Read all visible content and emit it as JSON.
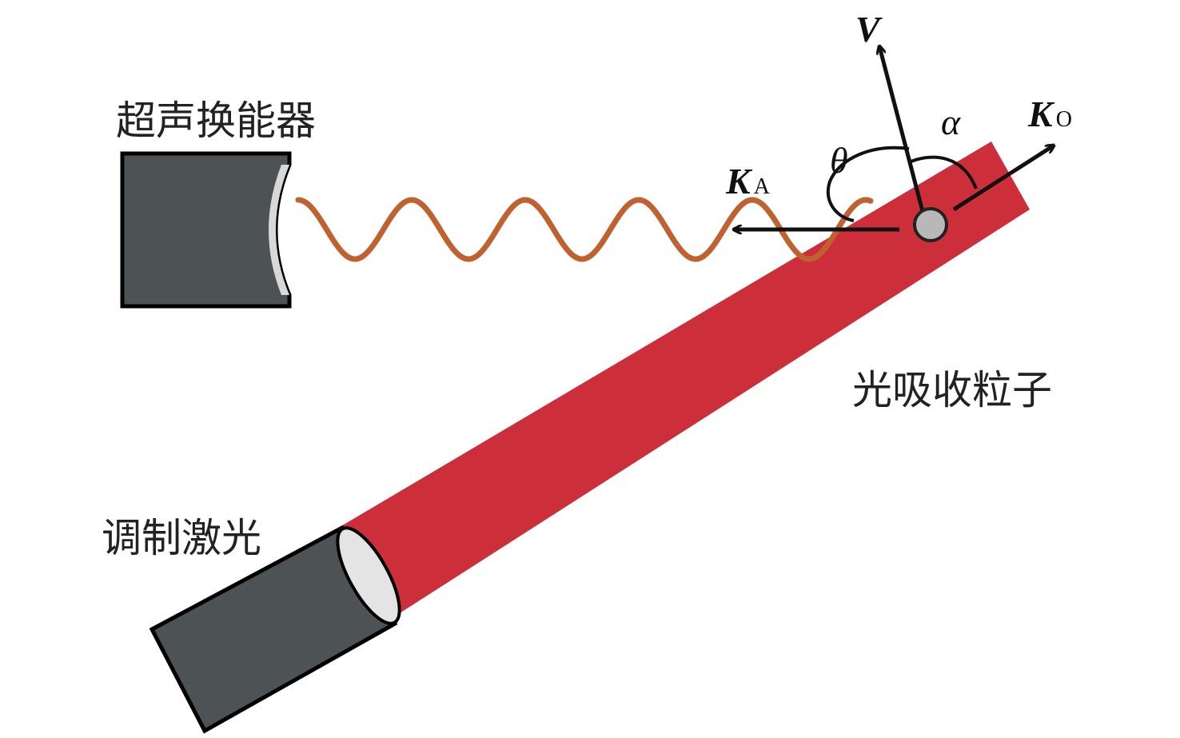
{
  "labels": {
    "transducer": "超声换能器",
    "particle": "光吸收粒子",
    "laser": "调制激光"
  },
  "vectors": {
    "velocity": {
      "symbol": "V"
    },
    "acoustic": {
      "symbol": "K",
      "subscript": "A"
    },
    "optical": {
      "symbol": "K",
      "subscript": "O"
    }
  },
  "angles": {
    "theta": "θ",
    "alpha": "α"
  },
  "colors": {
    "laser_beam": "#cc2f3a",
    "sound_wave": "#c0622f",
    "device_body": "#4d5254",
    "particle": "#b8b8b8",
    "arrow": "#111111"
  }
}
